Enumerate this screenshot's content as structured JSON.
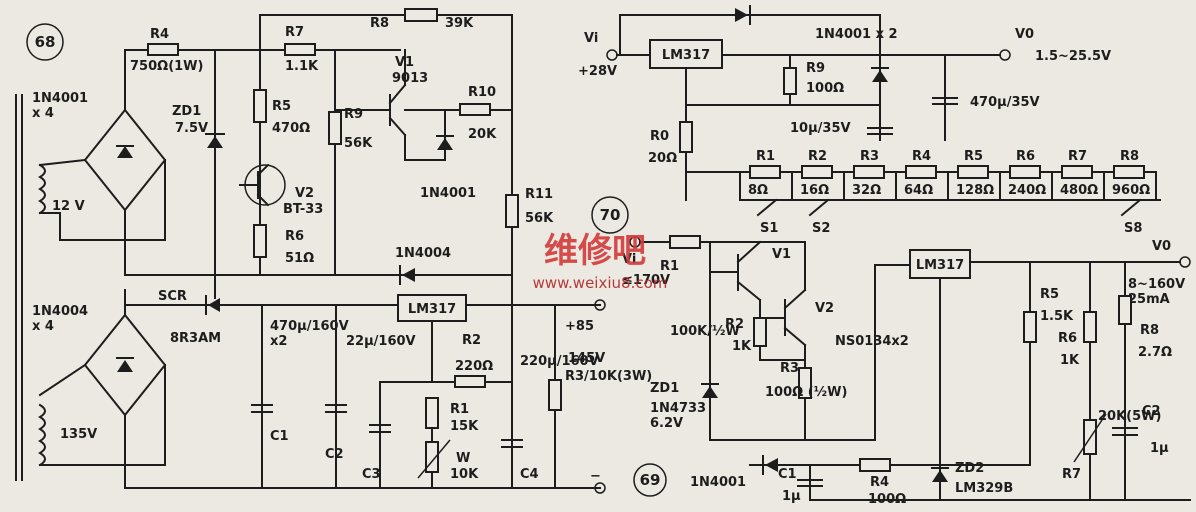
{
  "watermark": {
    "text": "维修吧",
    "url": "www.weixiu8.com",
    "color": "#d23a3a"
  },
  "circuit68": {
    "number": "68",
    "transformer_upper": "1N4001\nx 4",
    "transformer_upper_voltage": "12 V",
    "transformer_lower": "1N4004\nx 4",
    "transformer_lower_voltage": "135V",
    "R4": "R4",
    "R4_val": "750Ω(1W)",
    "ZD1": "ZD1",
    "ZD1_val": "7.5V",
    "R7": "R7",
    "R7_val": "1.1K",
    "R8": "R8",
    "R8_val": "39K",
    "R5": "R5",
    "R5_val": "470Ω",
    "R9": "R9",
    "R9_val": "56K",
    "V1": "V1",
    "V1_val": "9013",
    "R10": "R10",
    "R10_val": "20K",
    "V2": "V2",
    "V2_val": "BT-33",
    "diode1": "1N4001",
    "R11": "R11",
    "R11_val": "56K",
    "R6": "R6",
    "R6_val": "51Ω",
    "diode2": "1N4004",
    "SCR": "SCR",
    "SCR_val": "8R3AM",
    "reg": "LM317",
    "C1": "C1",
    "C1_val": "470µ/160V\nx2",
    "C2": "C2",
    "C2_val": "22µ/160V",
    "C3": "C3",
    "R2": "R2",
    "R2_val": "220Ω",
    "R1": "R1",
    "R1_val": "15K",
    "W": "W",
    "W_val": "10K",
    "C4": "C4",
    "C4_val": "220µ/160V",
    "R3": "R3/10K(3W)",
    "out_plus": "+85",
    "out_range": "145V",
    "out_minus": "−"
  },
  "circuit_top": {
    "vi": "Vi",
    "vi_val": "+28V",
    "reg": "LM317",
    "diodes": "1N4001 x 2",
    "vo": "V0",
    "vo_val": "1.5~25.5V",
    "R9": "R9",
    "R9_val": "100Ω",
    "C_big": "470µ/35V",
    "C_small": "10µ/35V",
    "R0": "R0",
    "R0_val": "20Ω",
    "ladder_labels": [
      "R1",
      "R2",
      "R3",
      "R4",
      "R5",
      "R6",
      "R7",
      "R8"
    ],
    "ladder_values": [
      "8Ω",
      "16Ω",
      "32Ω",
      "64Ω",
      "128Ω",
      "240Ω",
      "480Ω",
      "960Ω"
    ],
    "S1": "S1",
    "S2": "S2",
    "S8": "S8"
  },
  "circuit70": {
    "number": "70",
    "vi": "Vi",
    "vi_val": "≤170V",
    "R1": "R1",
    "R1_val": "100K/½W",
    "V1": "V1",
    "V2": "V2",
    "V2_val": "NS0134x2",
    "R2": "R2",
    "R2_val": "1K",
    "R3": "R3",
    "R3_val": "100Ω (½W)",
    "ZD1": "ZD1",
    "ZD1_val": "1N4733\n6.2V",
    "reg": "LM317",
    "vo": "V0",
    "vo_val": "8~160V\n25mA",
    "R5": "R5",
    "R5_val": "1.5K",
    "R6": "R6",
    "R6_val": "1K",
    "R8": "R8",
    "R8_val": "2.7Ω",
    "R7": "R7",
    "R7_val": "20K(5W)",
    "C2": "C2",
    "C2_val": "1µ",
    "C1": "C1",
    "C1_val": "1µ",
    "R4": "R4",
    "R4_val": "100Ω",
    "ZD2": "ZD2",
    "ZD2_val": "LM329B",
    "diode": "1N4001"
  },
  "circuit69": {
    "number": "69"
  }
}
